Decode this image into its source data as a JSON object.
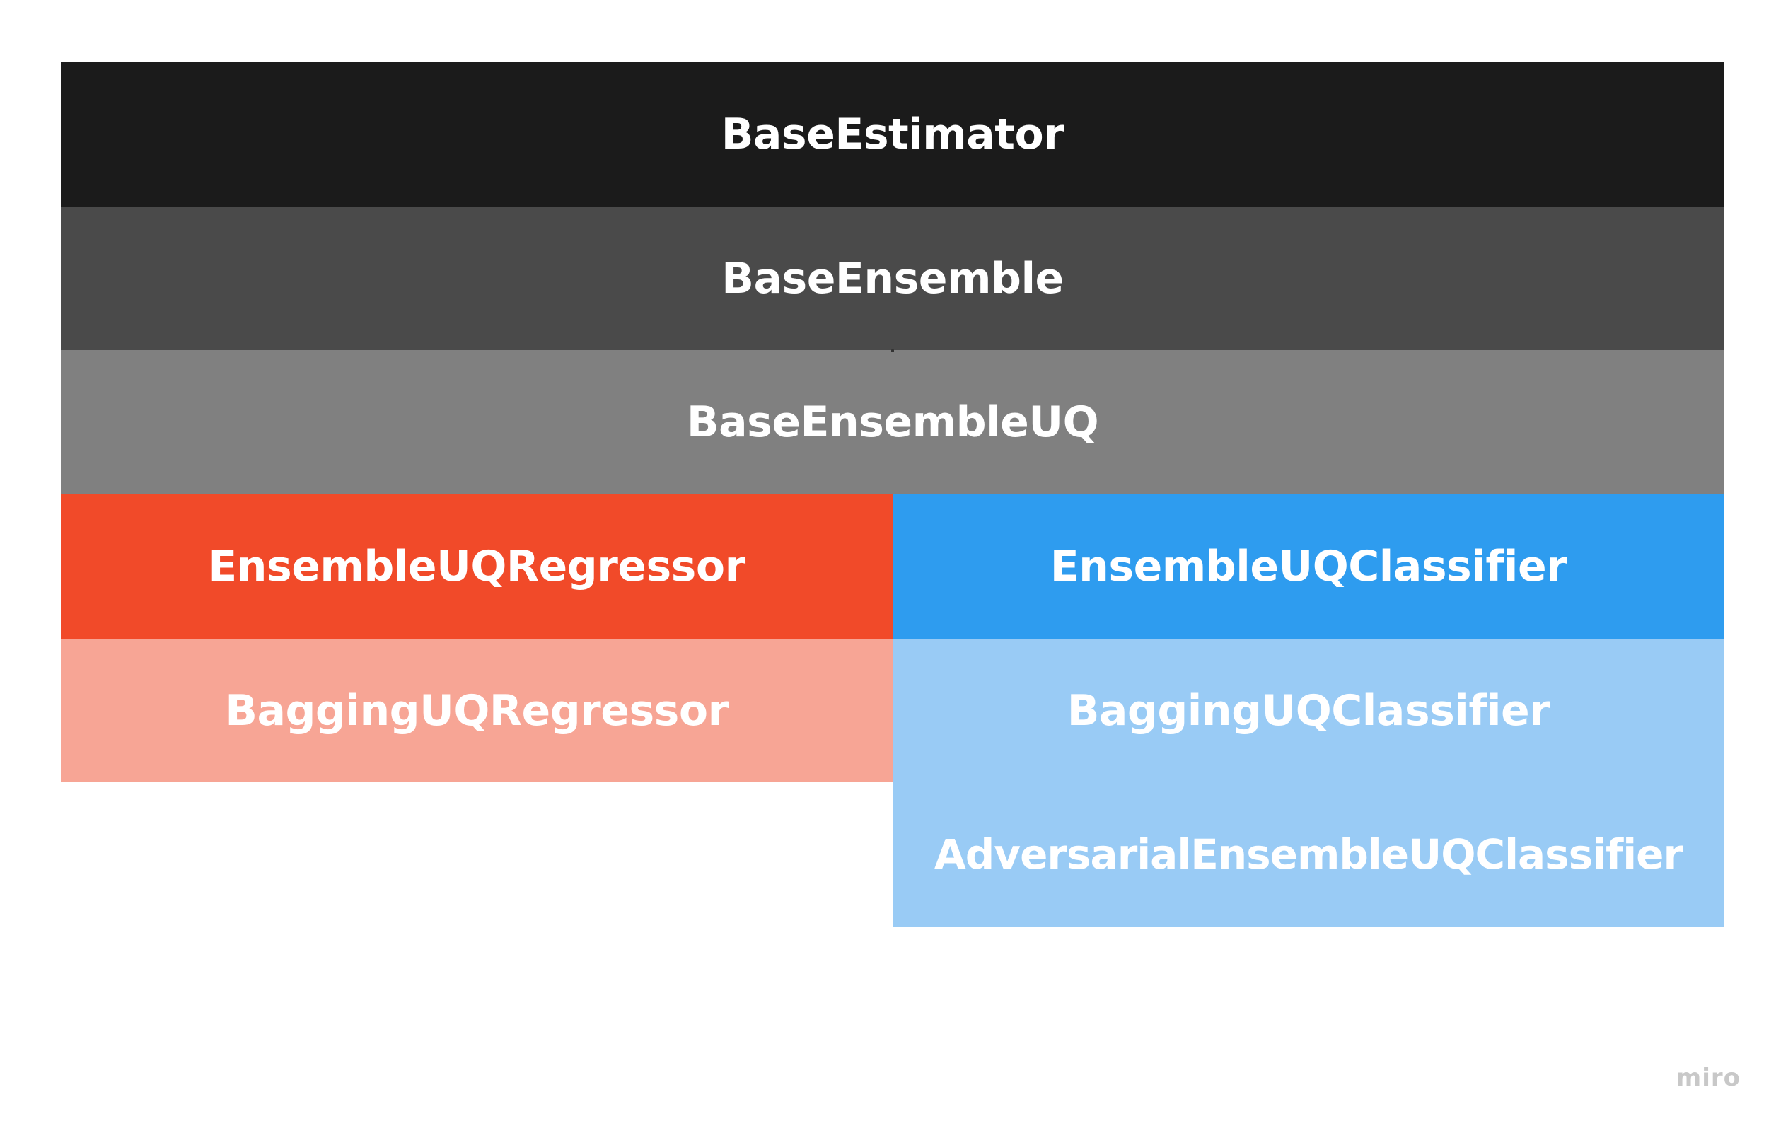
{
  "diagram": {
    "blocks": {
      "base_estimator": {
        "label": "BaseEstimator",
        "color": "#1b1b1b"
      },
      "base_ensemble": {
        "label": "BaseEnsemble",
        "color": "#4a4a4a"
      },
      "base_ensemble_uq": {
        "label": "BaseEnsembleUQ",
        "color": "#808080"
      },
      "ensemble_uq_regressor": {
        "label": "EnsembleUQRegressor",
        "color": "#f14a29"
      },
      "bagging_uq_regressor": {
        "label": "BaggingUQRegressor",
        "color": "#f7a595"
      },
      "ensemble_uq_classifier": {
        "label": "EnsembleUQClassifier",
        "color": "#2e9cef"
      },
      "bagging_uq_classifier": {
        "label": "BaggingUQClassifier",
        "color": "#99cbf5"
      },
      "adversarial_ensemble_uq_classifier": {
        "label": "AdversarialEnsembleUQClassifier",
        "color": "#99cbf5"
      }
    }
  },
  "watermark": {
    "text": "miro"
  }
}
